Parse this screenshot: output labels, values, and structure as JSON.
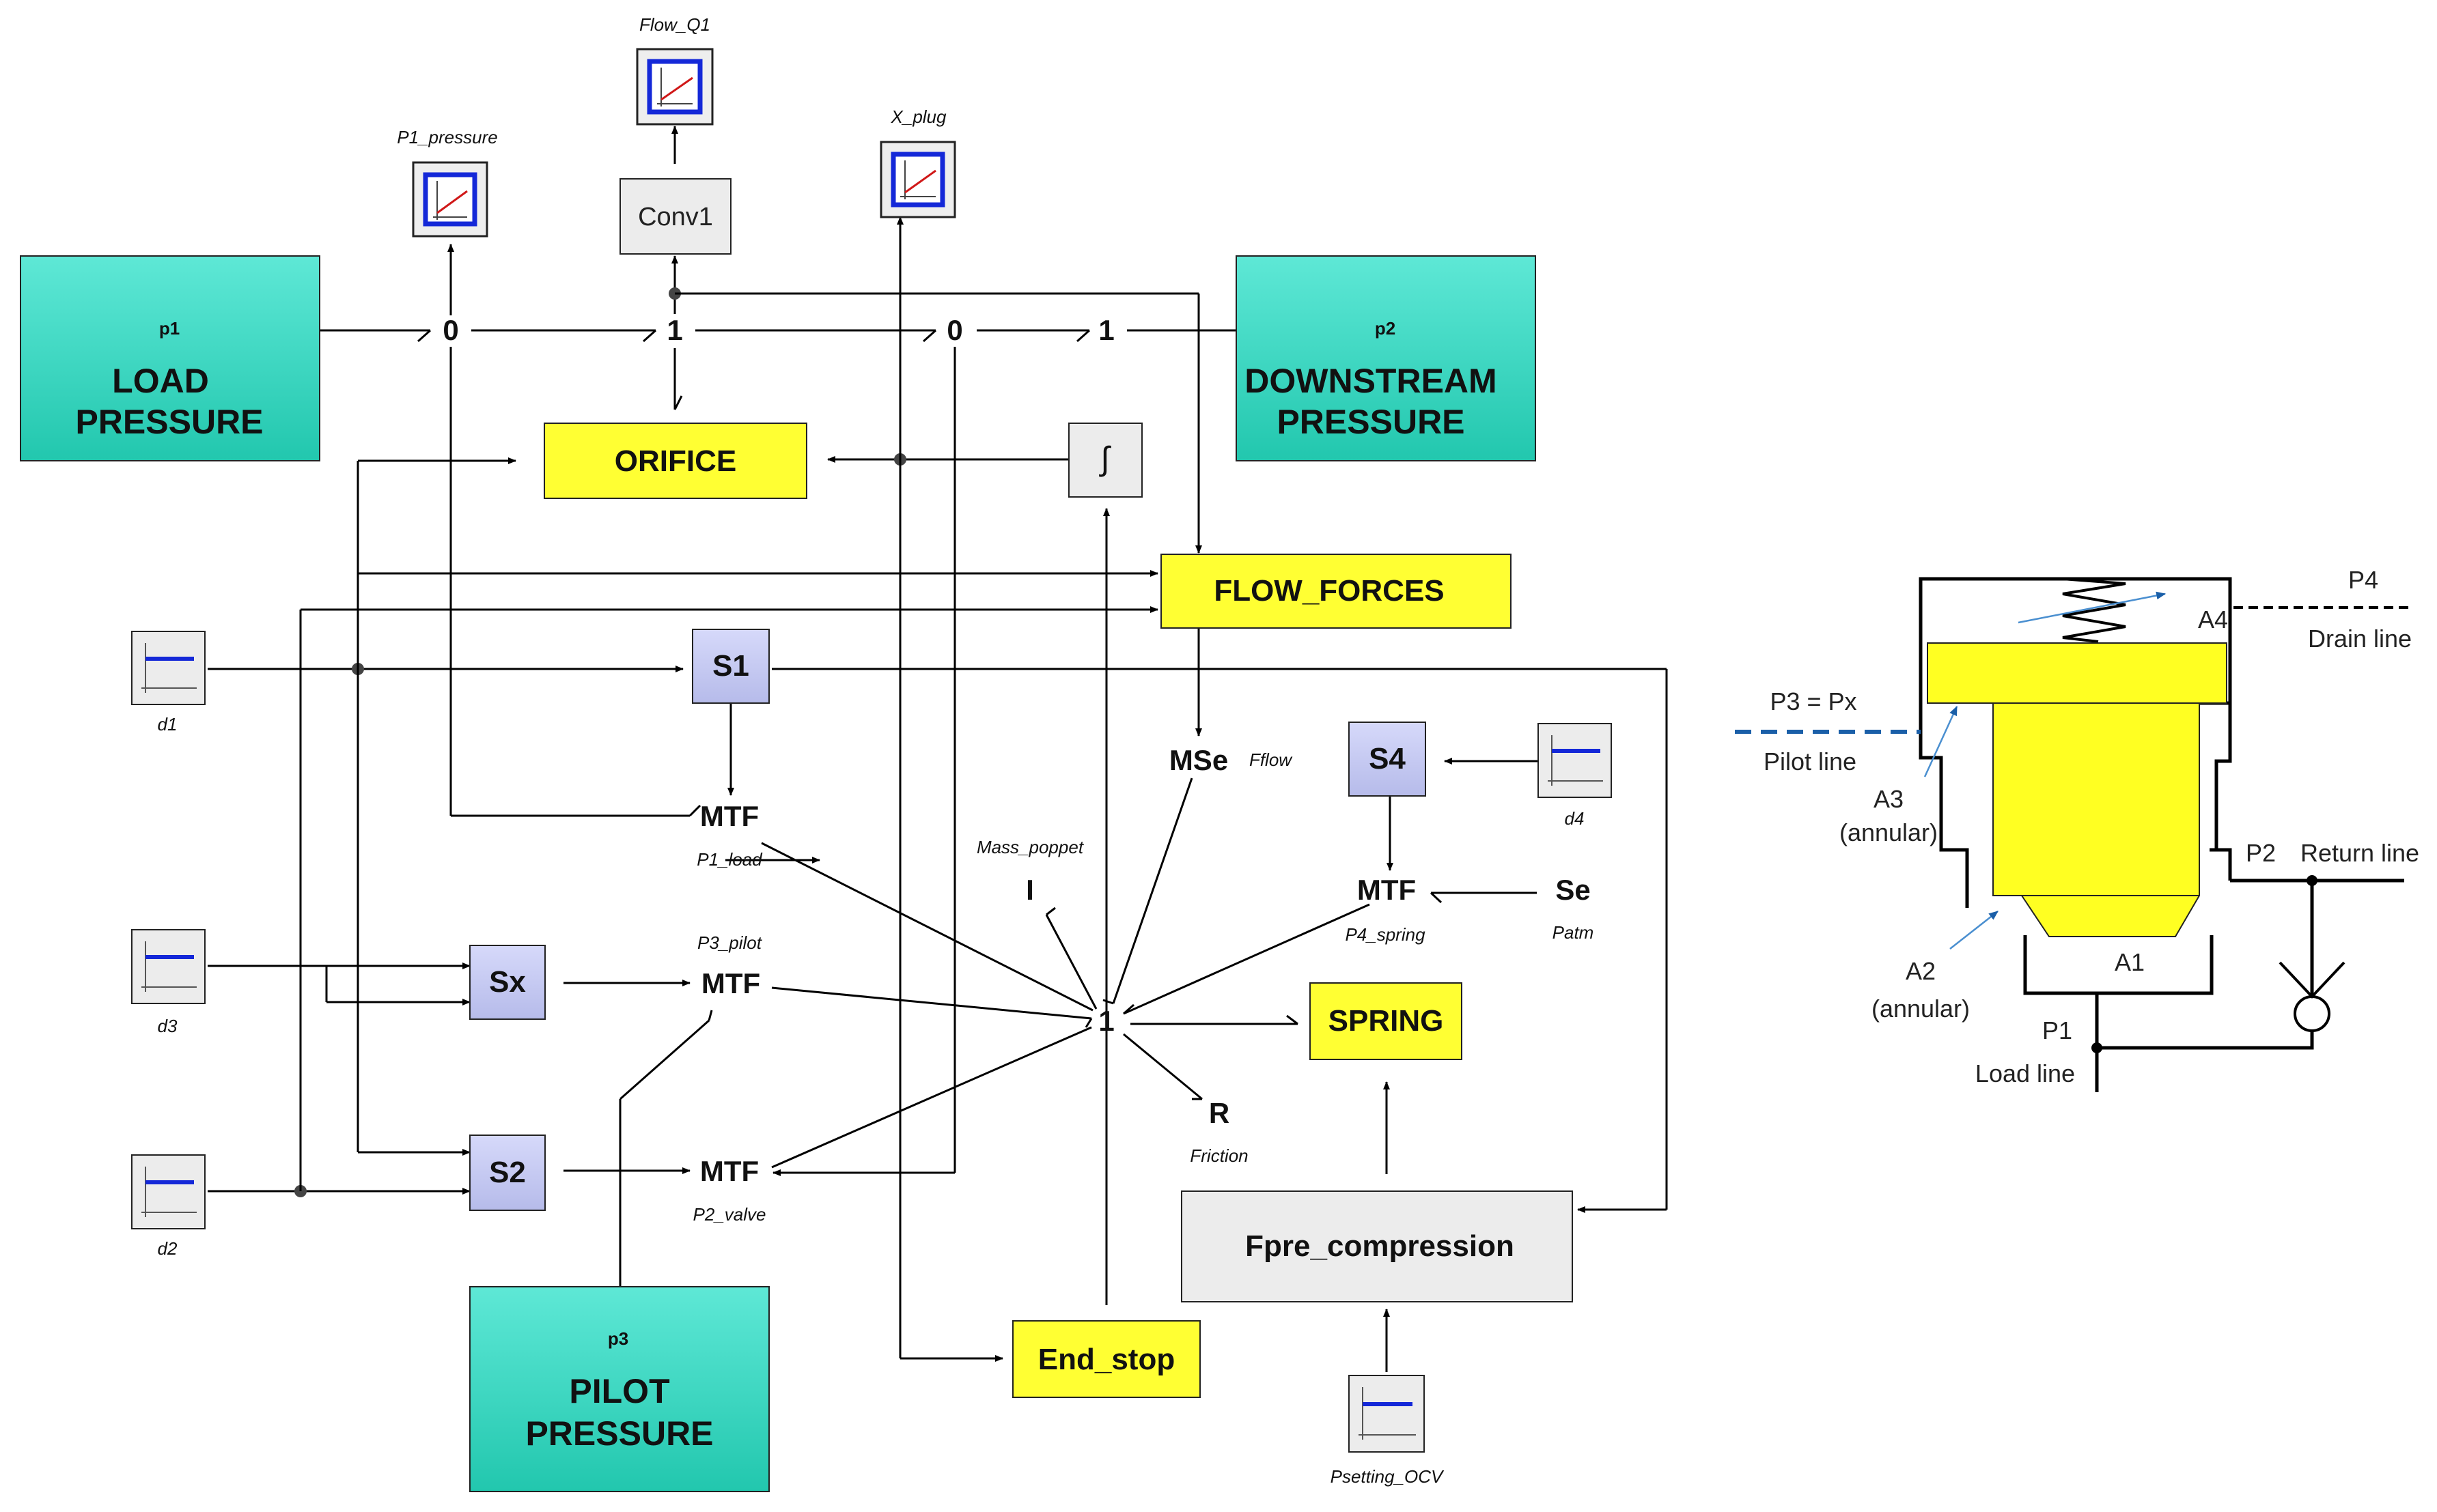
{
  "sources": {
    "load": {
      "port": "p1",
      "line1": "LOAD",
      "line2": "PRESSURE"
    },
    "downstream": {
      "port": "p2",
      "line1": "DOWNSTREAM",
      "line2": "PRESSURE"
    },
    "pilot": {
      "port": "p3",
      "line1": "PILOT",
      "line2": "PRESSURE"
    }
  },
  "scopes": {
    "p1_pressure": "P1_pressure",
    "flow_q1": "Flow_Q1",
    "x_plug": "X_plug"
  },
  "blocks": {
    "conv1": "Conv1",
    "orifice": "ORIFICE",
    "integrator": "∫",
    "flow_forces": "FLOW_FORCES",
    "s1": "S1",
    "s4": "S4",
    "sx": "Sx",
    "s2": "S2",
    "spring": "SPRING",
    "end_stop": "End_stop",
    "fpre": "Fpre_compression"
  },
  "signals": {
    "d1": "d1",
    "d2": "d2",
    "d3": "d3",
    "d4": "d4",
    "psetting": "Psetting_OCV"
  },
  "bond_elements": {
    "j0_a": "0",
    "j1_a": "1",
    "j0_b": "0",
    "j1_b": "1",
    "j1_main": "1",
    "mtf_p1": "MTF",
    "mtf_p1_label": "P1_load",
    "mtf_p3": "MTF",
    "mtf_p3_label": "P3_pilot",
    "mtf_p2": "MTF",
    "mtf_p2_label": "P2_valve",
    "mtf_p4": "MTF",
    "mtf_p4_label": "P4_spring",
    "mse": "MSe",
    "mse_label": "Fflow",
    "inertia": "I",
    "inertia_label": "Mass_poppet",
    "resistor": "R",
    "resistor_label": "Friction",
    "se": "Se",
    "se_label": "Patm"
  },
  "valve": {
    "p4": "P4",
    "a4": "A4",
    "drain": "Drain line",
    "p3": "P3 = Px",
    "pilot_line": "Pilot line",
    "a3": "A3",
    "a3_sub": "(annular)",
    "p2": "P2",
    "return_line": "Return line",
    "a2": "A2",
    "a2_sub": "(annular)",
    "a1": "A1",
    "p1": "P1",
    "load_line": "Load line"
  },
  "colors": {
    "source_teal": "#33d6c0",
    "block_yellow": "#ffff33",
    "sensor_lavender": "#c4c8f2",
    "scope_blue": "#1428d8",
    "pilot_line_blue": "#1a5fa8"
  }
}
